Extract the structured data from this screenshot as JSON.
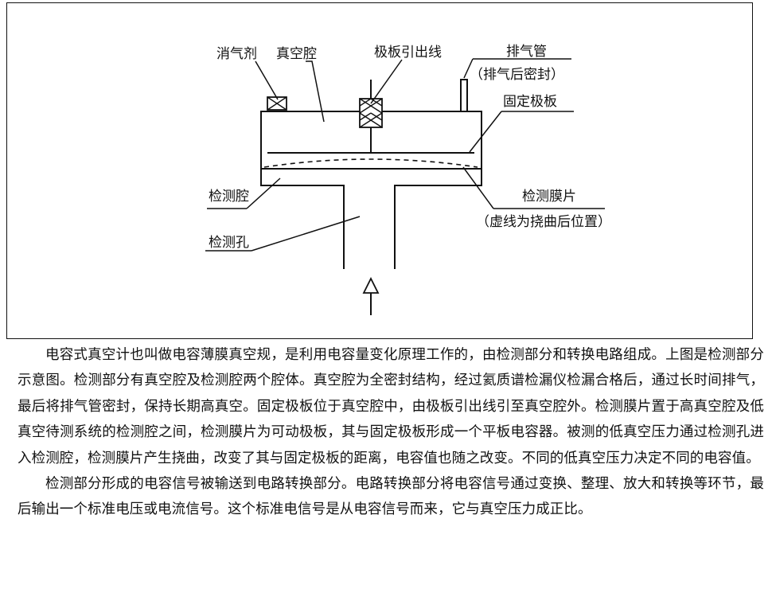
{
  "diagram": {
    "labels": {
      "getter": "消气剂",
      "vacuum_chamber": "真空腔",
      "plate_lead": "极板引出线",
      "exhaust_pipe": "排气管",
      "exhaust_pipe_note": "（排气后密封）",
      "fixed_plate": "固定极板",
      "detect_chamber": "检测腔",
      "detect_hole": "检测孔",
      "detect_membrane": "检测膜片",
      "membrane_note": "（虚线为挠曲后位置）"
    }
  },
  "text": {
    "paragraph_1": "电容式真空计也叫做电容薄膜真空规，是利用电容量变化原理工作的，由检测部分和转换电路组成。上图是检测部分示意图。检测部分有真空腔及检测腔两个腔体。真空腔为全密封结构，经过氦质谱检漏仪检漏合格后，通过长时间排气，最后将排气管密封，保持长期高真空。固定极板位于真空腔中，由极板引出线引至真空腔外。检测膜片置于高真空腔及低真空待测系统的检测腔之间，检测膜片为可动极板，其与固定极板形成一个平板电容器。被测的低真空压力通过检测孔进入检测腔，检测膜片产生挠曲，改变了其与固定极板的距离，电容值也随之改变。不同的低真空压力决定不同的电容值。",
    "paragraph_2": "检测部分形成的电容信号被输送到电路转换部分。电路转换部分将电容信号通过变换、整理、放大和转换等环节，最后输出一个标准电压或电流信号。这个标准电信号是从电容信号而来，它与真空压力成正比。"
  }
}
